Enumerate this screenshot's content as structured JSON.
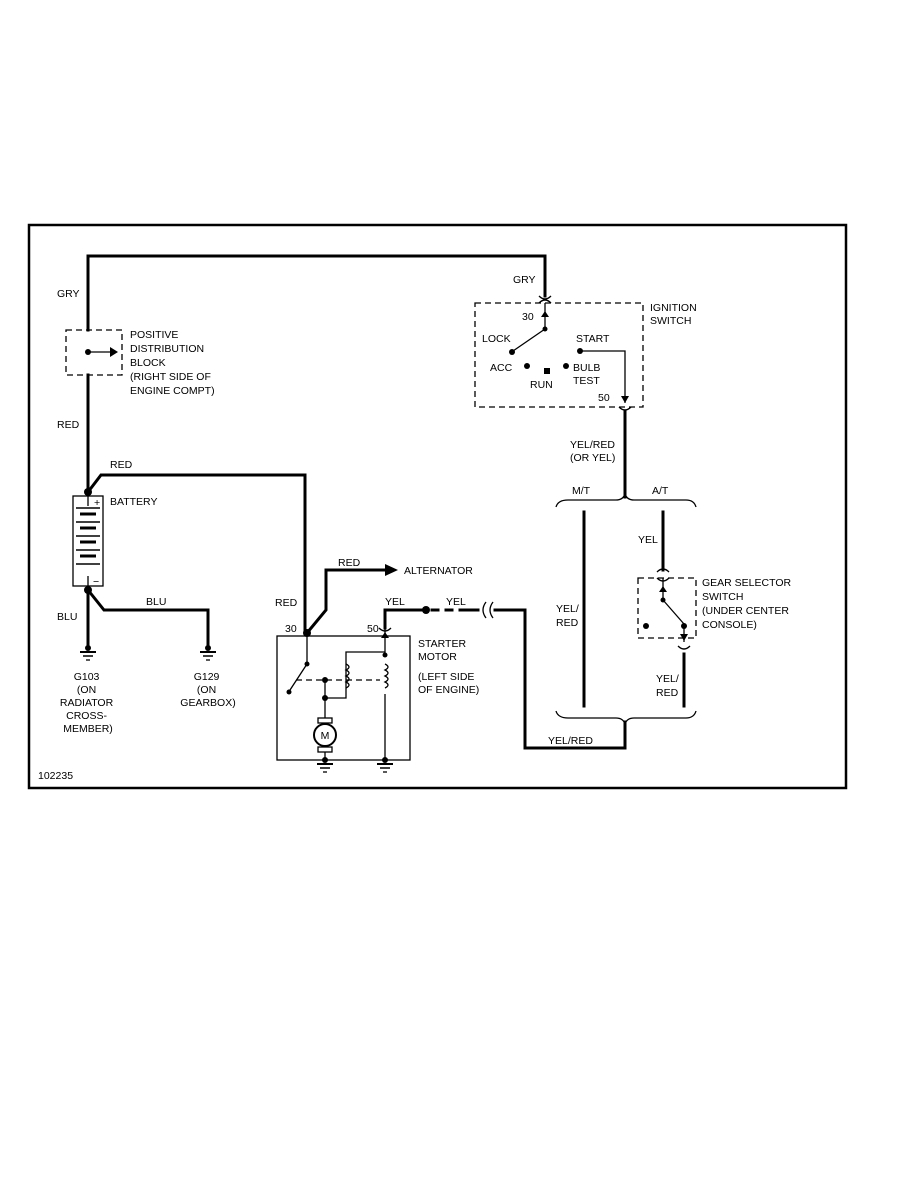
{
  "figure_id": "102235",
  "wires": {
    "gry_top": "GRY",
    "gry_left": "GRY",
    "red_left": "RED",
    "red_branch": "RED",
    "red_starter": "RED",
    "red_alternator": "RED",
    "blu_left": "BLU",
    "blu_branch": "BLU",
    "yel_starter": "YEL",
    "yel_mid": "YEL",
    "yel_red_ign_1": "YEL/RED",
    "yel_red_ign_2": "(OR YEL)",
    "mt": "M/T",
    "at": "A/T",
    "yel_at": "YEL",
    "yel_red_mt_1": "YEL/",
    "yel_red_mt_2": "RED",
    "yel_red_at_1": "YEL/",
    "yel_red_at_2": "RED",
    "yel_red_bottom": "YEL/RED"
  },
  "components": {
    "distribution_block": [
      "POSITIVE",
      "DISTRIBUTION",
      "BLOCK",
      "(RIGHT SIDE OF",
      "ENGINE COMPT)"
    ],
    "battery": "BATTERY",
    "battery_plus": "+",
    "battery_minus": "−",
    "alternator": "ALTERNATOR",
    "ignition_switch": [
      "IGNITION",
      "SWITCH"
    ],
    "ign_lock": "LOCK",
    "ign_acc": "ACC",
    "ign_run": "RUN",
    "ign_start": "START",
    "ign_bulb": "BULB",
    "ign_test": "TEST",
    "ign_pin30": "30",
    "ign_pin50": "50",
    "starter_motor": [
      "STARTER",
      "MOTOR"
    ],
    "starter_location": [
      "(LEFT SIDE",
      "OF ENGINE)"
    ],
    "starter_pin30": "30",
    "starter_pin50": "50",
    "motor_symbol": "M",
    "gear_selector": [
      "GEAR SELECTOR",
      "SWITCH",
      "(UNDER CENTER",
      "CONSOLE)"
    ]
  },
  "grounds": {
    "g103": [
      "G103",
      "(ON",
      "RADIATOR",
      "CROSS-",
      "MEMBER)"
    ],
    "g129": [
      "G129",
      "(ON",
      "GEARBOX)"
    ]
  }
}
